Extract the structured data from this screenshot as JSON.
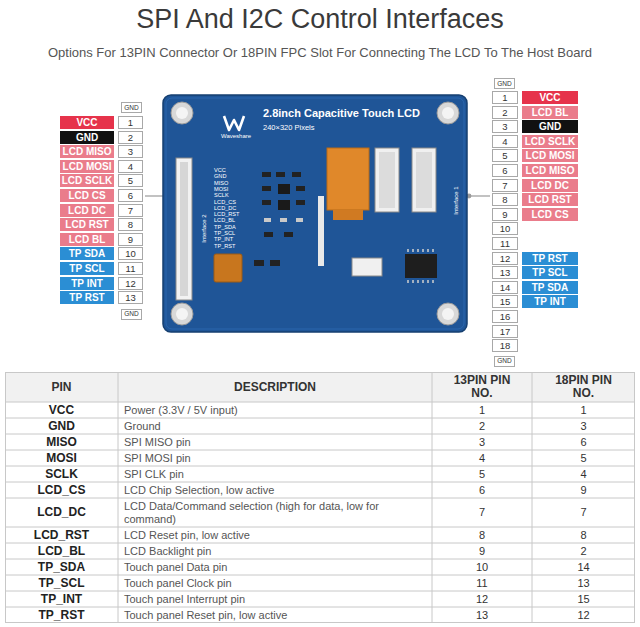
{
  "diagram": {
    "title": "SPI And I2C Control Interfaces",
    "nodes": [
      {
        "text": [
          "2.8inch Capacitive Touch LCD",
          "240×320 Pixels"
        ]
      }
    ],
    "labels": [
      "Options For 13PIN Connector Or 18PIN FPC Slot For Connecting The LCD To The Host Board",
      "GND",
      "VCC",
      "1",
      "GND",
      "2",
      "LCD MISO",
      "3",
      "LCD MOSI",
      "4",
      "LCD SCLK",
      "5",
      "LCD CS",
      "6",
      "LCD DC",
      "7",
      "LCD RST",
      "8",
      "LCD BL",
      "9",
      "TP SDA",
      "10",
      "TP SCL",
      "11",
      "TP INT",
      "12",
      "TP RST",
      "13",
      "GND",
      "GND",
      "1",
      "VCC",
      "2",
      "LCD BL",
      "3",
      "GND",
      "4",
      "LCD SCLK",
      "5",
      "LCD MOSI",
      "6",
      "LCD MISO",
      "7",
      "LCD DC",
      "8",
      "LCD RST",
      "9",
      "LCD CS",
      "10",
      "11",
      "12",
      "TP RST",
      "13",
      "TP SCL",
      "14",
      "TP SDA",
      "15",
      "TP INT",
      "16",
      "17",
      "18",
      "GND",
      "Waveshare",
      "Interface 2",
      "VCC",
      "GND",
      "MISO",
      "MOSI",
      "SCLK",
      "LCD_CS",
      "LCD_DC",
      "LCD_RST",
      "LCD_BL",
      "TP_SDA",
      "TP_SCL",
      "TP_INT",
      "TP_RST",
      "Interface 1",
      "PIN",
      "DESCRIPTION",
      "13PIN PIN NO.",
      "18PIN PIN NO.",
      "VCC",
      "Power (3.3V / 5V input)",
      "1",
      "1",
      "GND",
      "Ground",
      "2",
      "3",
      "MISO",
      "SPI MISO pin",
      "3",
      "6",
      "MOSI",
      "SPI MOSI pin",
      "4",
      "5",
      "SCLK",
      "SPI CLK pin",
      "5",
      "4",
      "LCD_CS",
      "LCD Chip Selection, low active",
      "6",
      "9",
      "LCD_DC",
      "LCD Data/Command selection (high for data, low for command)",
      "7",
      "7",
      "LCD_RST",
      "LCD Reset pin, low active",
      "8",
      "8",
      "LCD_BL",
      "LCD Backlight pin",
      "9",
      "2",
      "TP_SDA",
      "Touch panel Data pin",
      "10",
      "14",
      "TP_SCL",
      "Touch panel Clock pin",
      "11",
      "13",
      "TP_INT",
      "Touch panel Interrupt pin",
      "12",
      "15",
      "TP_RST",
      "Touch panel Reset pin, low active",
      "13",
      "12"
    ]
  }
}
